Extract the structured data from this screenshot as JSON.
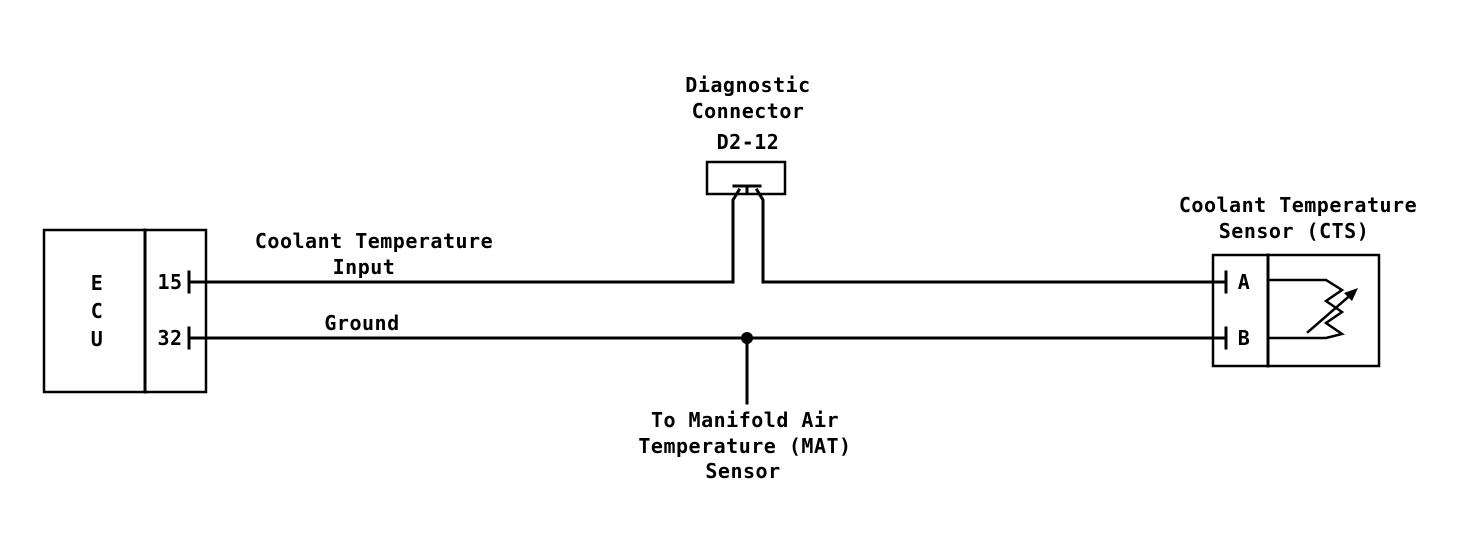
{
  "ecu": {
    "letters": [
      "E",
      "C",
      "U"
    ],
    "pin_15": "15",
    "pin_32": "32"
  },
  "wire_input": {
    "label_line1": "Coolant Temperature",
    "label_line2": "Input"
  },
  "wire_ground": {
    "label": "Ground"
  },
  "diagnostic_connector": {
    "line1": "Diagnostic",
    "line2": "Connector",
    "line3": "D2-12"
  },
  "sensor": {
    "line1": "Coolant Temperature",
    "line2": "Sensor (CTS)",
    "pin_a": "A",
    "pin_b": "B"
  },
  "mat_branch": {
    "line1": "To Manifold Air",
    "line2": "Temperature (MAT)",
    "line3": "Sensor"
  }
}
